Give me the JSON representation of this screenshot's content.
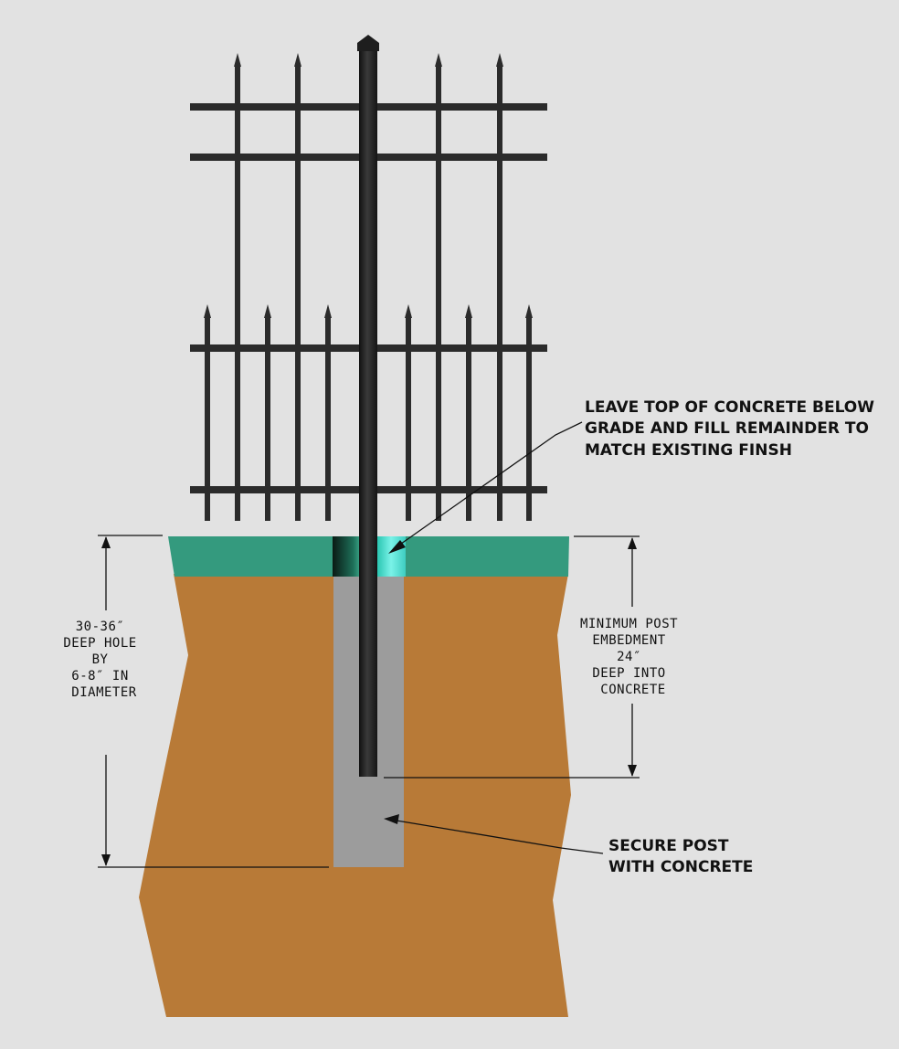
{
  "colors": {
    "background": "#e2e2e2",
    "soil": "#b87a37",
    "grade": "#349a7e",
    "concrete": "#9c9c9c",
    "fence": "#2b2b2b",
    "highlight": "#5fe8dc"
  },
  "callouts": {
    "top_concrete": [
      "LEAVE TOP OF CONCRETE BELOW",
      "GRADE AND FILL REMAINDER TO",
      "MATCH EXISTING FINSH"
    ],
    "secure_post": [
      "SECURE POST",
      "WITH CONCRETE"
    ]
  },
  "dimensions": {
    "hole": [
      "30-36″",
      "DEEP HOLE",
      "BY",
      "6-8″ IN",
      "DIAMETER"
    ],
    "embedment": [
      "MINIMUM POST",
      "EMBEDMENT",
      "24″",
      "DEEP INTO",
      "CONCRETE"
    ]
  }
}
